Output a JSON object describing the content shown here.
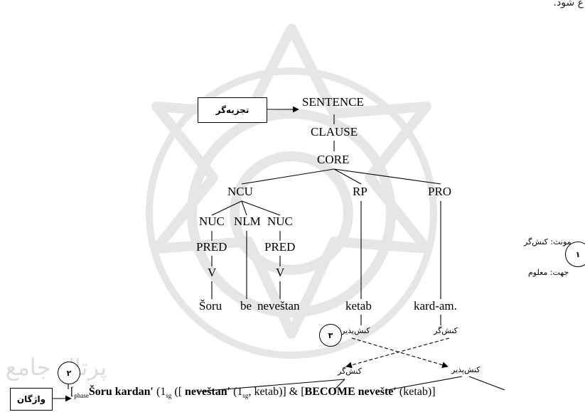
{
  "top_fragment": "ع شود.",
  "parser_box": "تجزیه‌گر",
  "lexicon_box": "واژگان",
  "tree": {
    "sentence": "SENTENCE",
    "clause": "CLAUSE",
    "core": "CORE",
    "ncu": "NCU",
    "rp": "RP",
    "pro": "PRO",
    "nuc1": "NUC",
    "nlm": "NLM",
    "nuc2": "NUC",
    "pred1": "PRED",
    "pred2": "PRED",
    "v1": "V",
    "v2": "V",
    "w_soru": "Šoru",
    "w_be": "be",
    "w_nevestan": "neveštan",
    "w_ketab": "ketab",
    "w_kardam": "kard-am."
  },
  "roles": {
    "undergoer_top": "کنش‌پذیر",
    "actor_top": "کنش‌گر",
    "actor_bottom": "کنش‌گر",
    "undergoer_bottom": "کنش‌پذیر"
  },
  "side_notes": {
    "gender": "مونث: کنش‌گر",
    "voice": "جهت: معلوم"
  },
  "circles": {
    "one": "۱",
    "two": "۲",
    "three": "۳"
  },
  "formula": {
    "open": "[",
    "phase_sub": "phase",
    "pred_main": "Šoru kardan′",
    "p1": " (1",
    "sg1": "sg",
    "p2": " ([ ",
    "nev1": "neveštan′",
    "p3": " (1",
    "sg2": "sg",
    "p4": ", ketab)] & [",
    "become": "BECOME nevešte′",
    "p5": " (ketab)]"
  }
}
